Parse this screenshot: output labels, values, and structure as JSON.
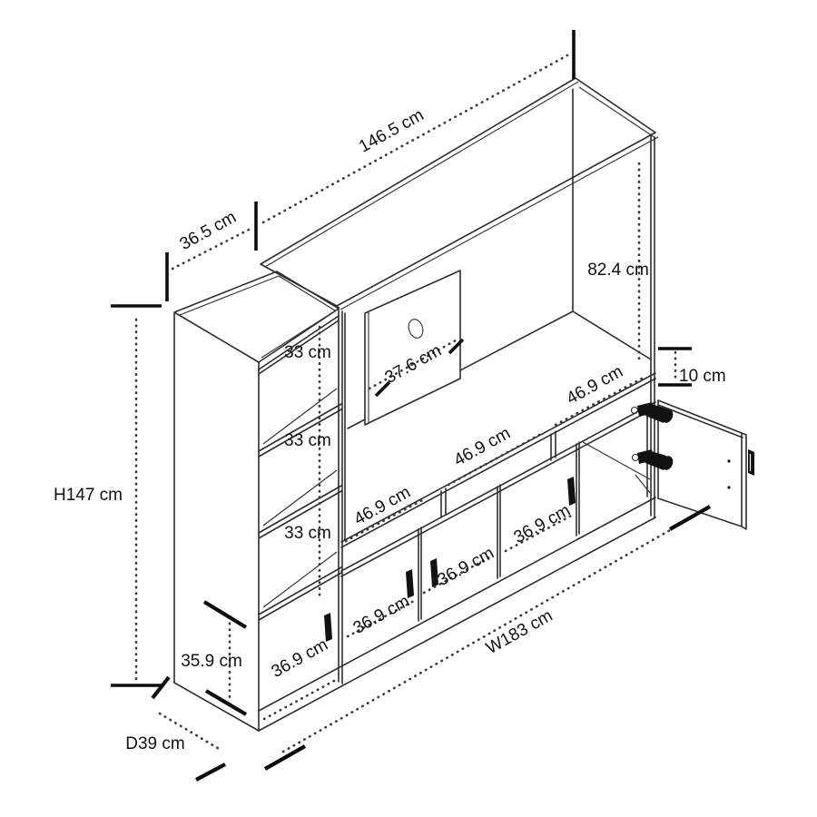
{
  "figure": {
    "kind": "furniture dimension drawing",
    "view": "isometric line drawing of a wall unit / TV cabinet with open right door"
  },
  "colors": {
    "background": "#ffffff",
    "line": "#2e2e2e",
    "label": "#111111",
    "hardware": "#121212"
  },
  "labels": {
    "main_width": "146.5 cm",
    "column_width": "36.5 cm",
    "upper_height": "82.4 cm",
    "slot_height": "10 cm",
    "shelf_1": "33 cm",
    "shelf_2": "33 cm",
    "shelf_3": "33 cm",
    "back_panel_width": "37.6 cm",
    "opening_1": "46.9 cm",
    "opening_2": "46.9 cm",
    "opening_3": "46.9 cm",
    "door_1": "36.9 cm",
    "door_2": "36.9 cm",
    "door_3": "36.9 cm",
    "door_4": "36.9 cm",
    "total_height": "H147 cm",
    "base_height": "35.9 cm",
    "total_depth": "D39 cm",
    "total_width": "W183 cm"
  }
}
